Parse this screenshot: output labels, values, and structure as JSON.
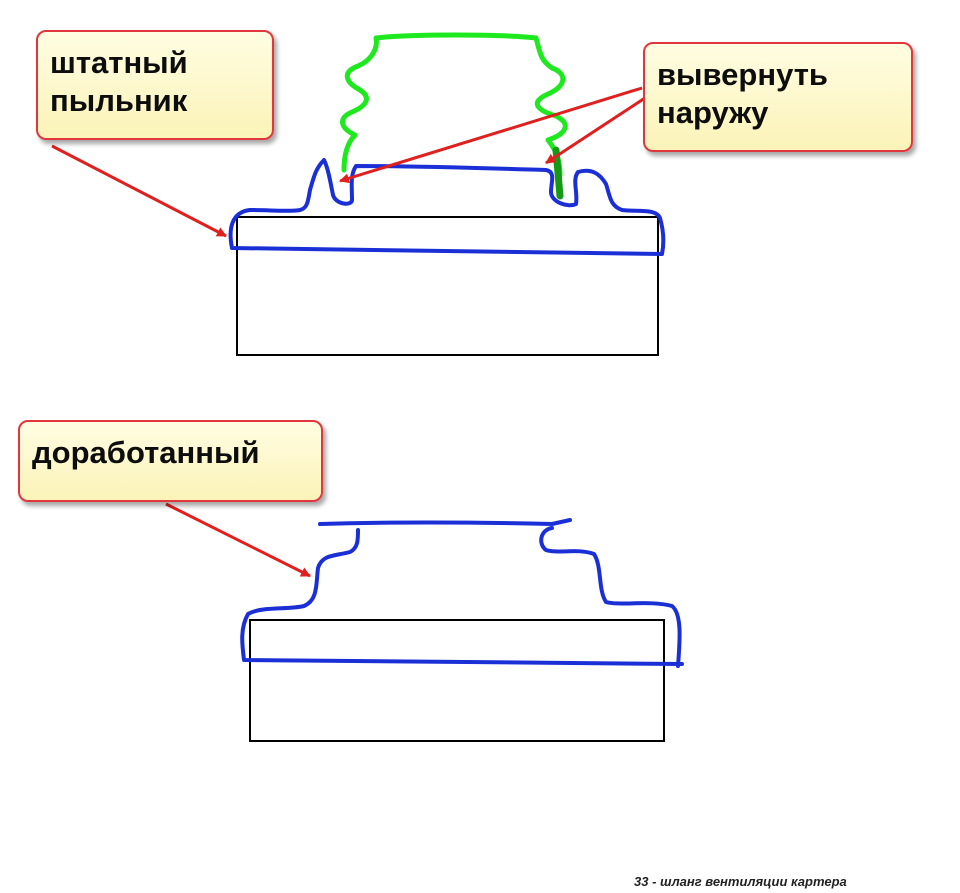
{
  "callouts": {
    "standard_boot": "штатный\nпыльник",
    "turn_out": "вывернуть\nнаружу",
    "modified": "доработанный"
  },
  "footnote": "33 - шланг вентиляции картера",
  "colors": {
    "boot_outline": "#1a2fd6",
    "hose": "#1ee81e",
    "hose_dark": "#149a14",
    "arrow": "#e01f1f",
    "callout_border": "#e0363c",
    "callout_fill": "#fcf6c4",
    "body_outline": "#000000"
  }
}
